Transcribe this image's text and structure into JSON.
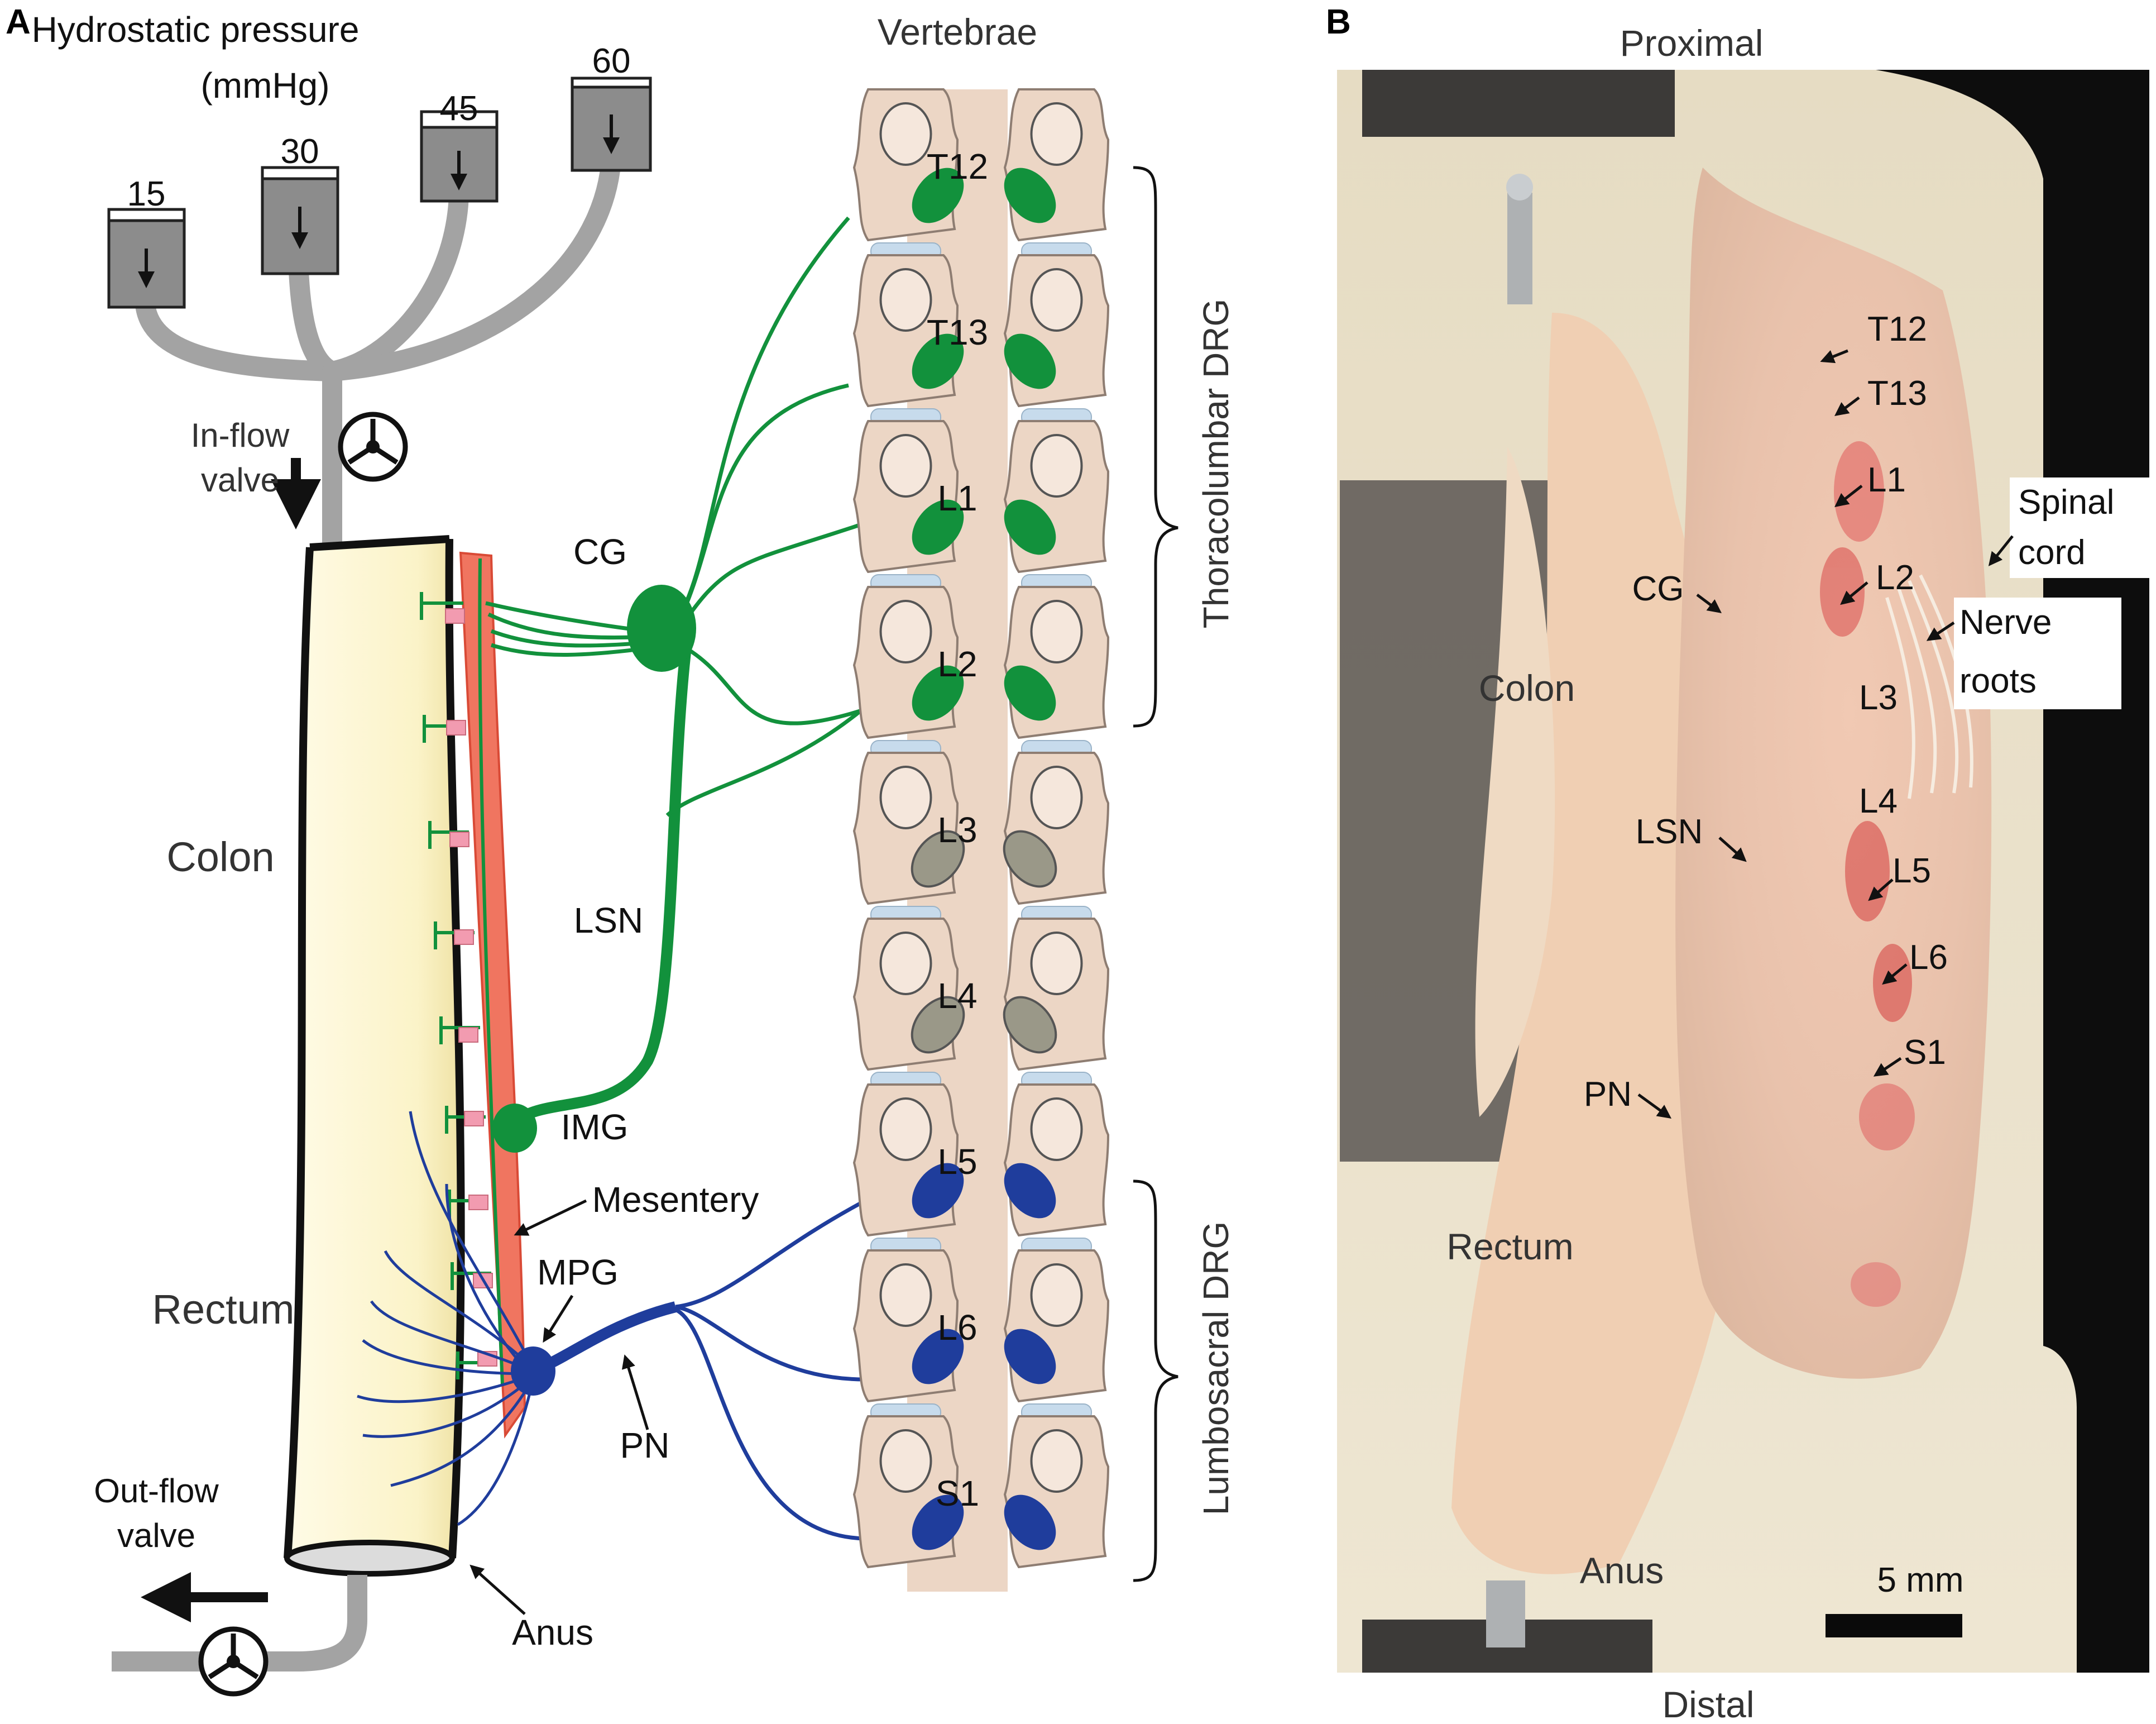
{
  "panel_a": {
    "letter": "A",
    "pressure_title_line1": "Hydrostatic pressure",
    "pressure_title_line2": "(mmHg)",
    "reservoirs": [
      "15",
      "30",
      "45",
      "60"
    ],
    "inflow_valve_line1": "In-flow",
    "inflow_valve_line2": "valve",
    "outflow_valve_line1": "Out-flow",
    "outflow_valve_line2": "valve",
    "colon": "Colon",
    "rectum": "Rectum",
    "anus": "Anus",
    "mesentery": "Mesentery",
    "cg": "CG",
    "lsn": "LSN",
    "img": "IMG",
    "mpg": "MPG",
    "pn": "PN",
    "vertebrae_title": "Vertebrae",
    "vertebrae": [
      "T12",
      "T13",
      "L1",
      "L2",
      "L3",
      "L4",
      "L5",
      "L6",
      "S1"
    ],
    "thoracolumbar": "Thoracolumbar DRG",
    "lumbosacral": "Lumbosacral DRG",
    "colors": {
      "thoracolumbar": "#12913c",
      "lumbosacral": "#1f3d9c",
      "unlabeled": "#9a9888",
      "tube": "#a3a3a3"
    }
  },
  "panel_b": {
    "letter": "B",
    "proximal": "Proximal",
    "distal": "Distal",
    "levels": [
      "T12",
      "T13",
      "L1",
      "L2",
      "L3",
      "L4",
      "L5",
      "L6",
      "S1"
    ],
    "spinal_cord_line1": "Spinal",
    "spinal_cord_line2": "cord",
    "nerve_roots_line1": "Nerve",
    "nerve_roots_line2": "roots",
    "cg": "CG",
    "colon": "Colon",
    "lsn": "LSN",
    "pn": "PN",
    "rectum": "Rectum",
    "anus": "Anus",
    "scale_bar": "5 mm"
  }
}
